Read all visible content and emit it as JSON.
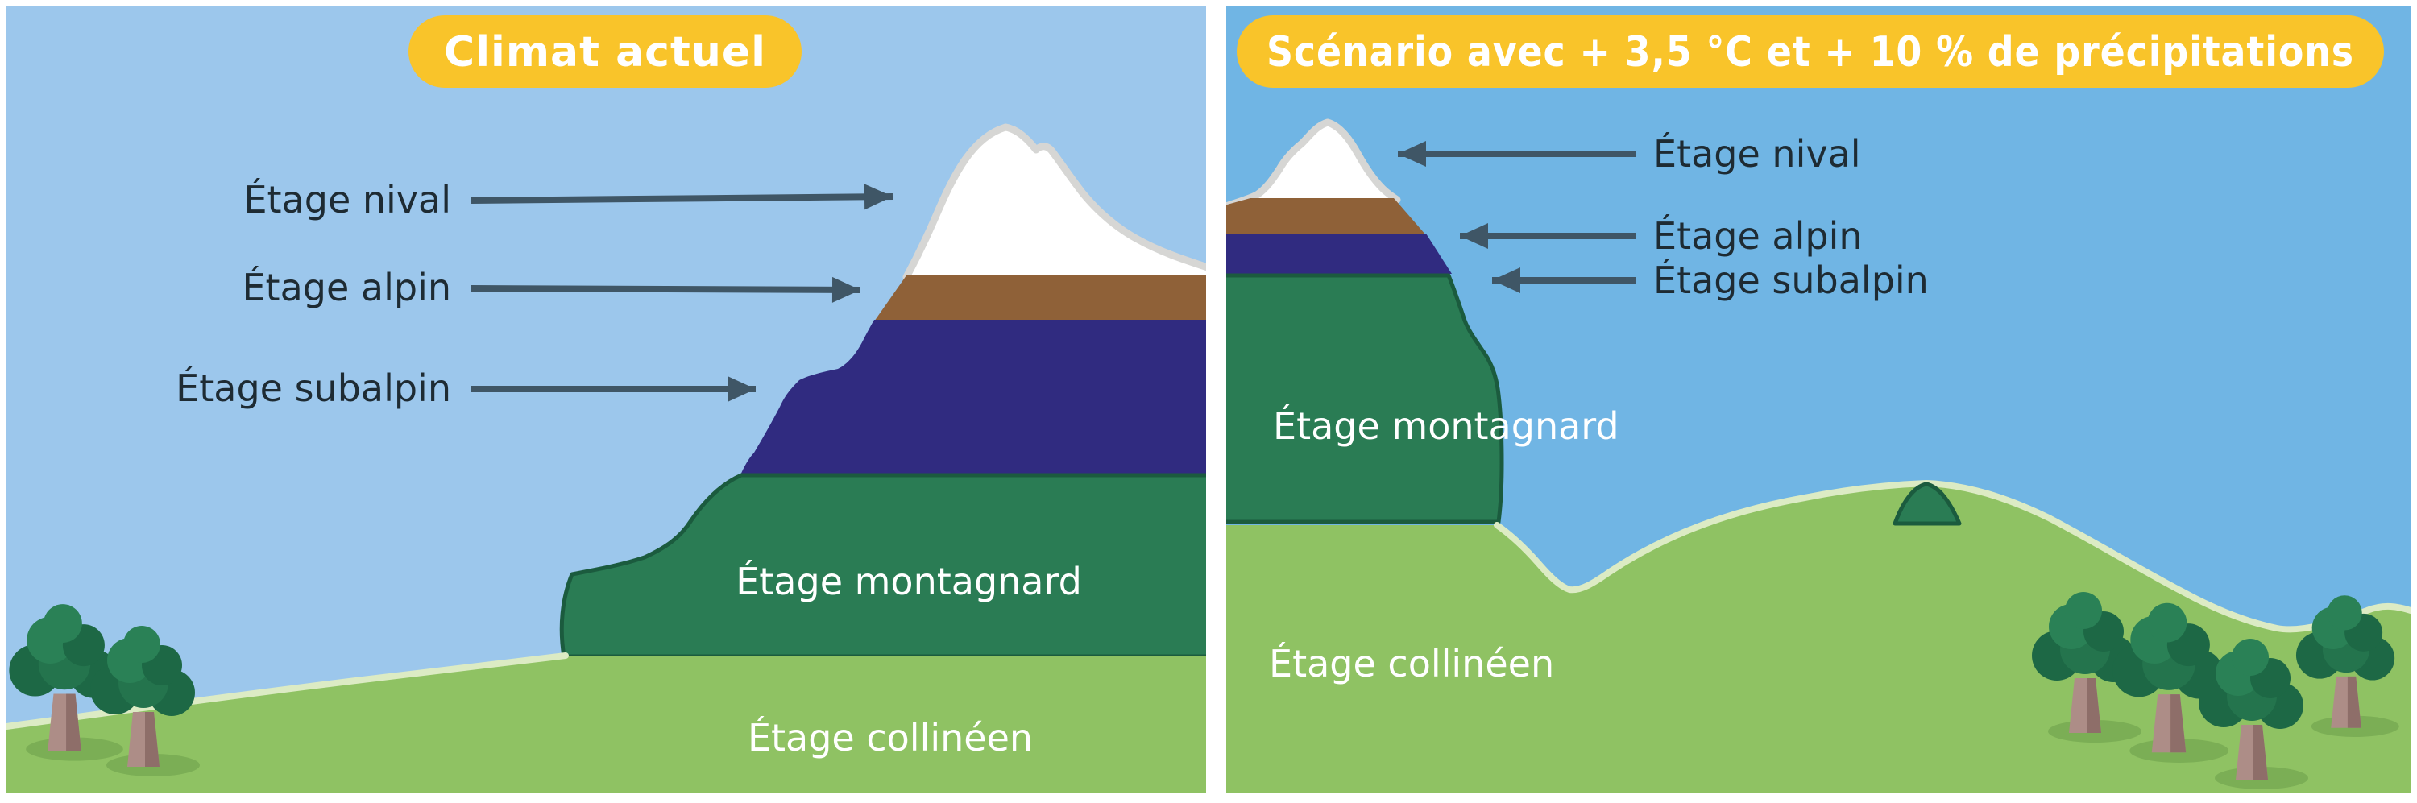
{
  "colors": {
    "sky_left": "#9cc7ec",
    "sky_right": "#70b5e4",
    "snow": "#ffffff",
    "snow_outline": "#d6d6d4",
    "alpin": "#8f6138",
    "subalpin": "#302b80",
    "montagnard": "#2a7c54",
    "montagnard_outline": "#1b5b3e",
    "collineen": "#8fc263",
    "collineen_outline": "#dcebc4",
    "grass_shadow": "#7bae55",
    "tree_dark": "#1d6845",
    "tree_mid": "#24744d",
    "tree_light": "#2a8156",
    "trunk": "#ad8d87",
    "trunk_dark": "#8e6e69",
    "pill": "#f9c42a",
    "title_text": "#ffffff",
    "label_text": "#1e2b33",
    "label_light": "#ffffff",
    "arrow": "#3f5666"
  },
  "left_panel": {
    "title": "Climat actuel",
    "labels": {
      "nival": "Étage nival",
      "alpin": "Étage alpin",
      "subalpin": "Étage subalpin",
      "montagnard": "Étage montagnard",
      "collineen": "Étage collinéen"
    }
  },
  "right_panel": {
    "title": "Scénario avec + 3,5 °C et + 10 % de précipitations",
    "labels": {
      "nival": "Étage nival",
      "alpin": "Étage alpin",
      "subalpin": "Étage subalpin",
      "montagnard": "Étage montagnard",
      "collineen": "Étage collinéen"
    }
  }
}
